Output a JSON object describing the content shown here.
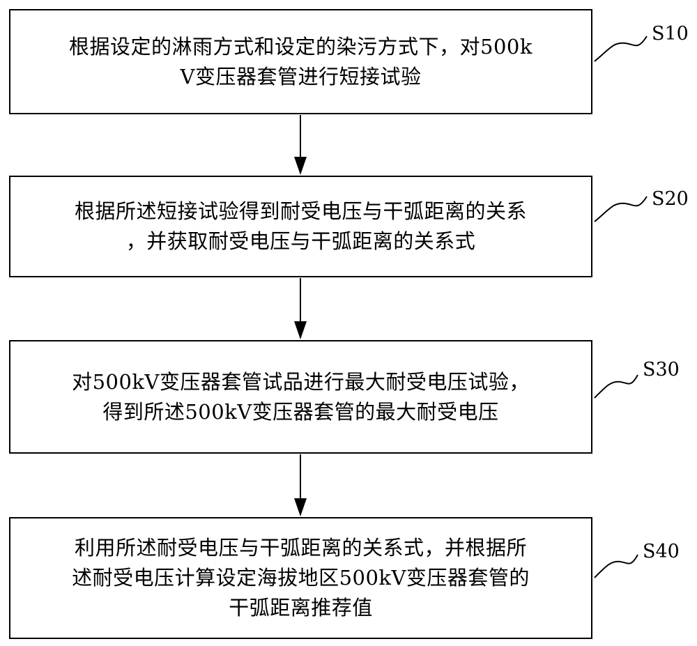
{
  "steps": [
    {
      "label": "S10",
      "line1": "根据设定的淋雨方式和设定的染污方式下，对500k",
      "line2": "V变压器套管进行短接试验",
      "line3": ""
    },
    {
      "label": "S20",
      "line1": "根据所述短接试验得到耐受电压与干弧距离的关系",
      "line2": "，并获取耐受电压与干弧距离的关系式",
      "line3": ""
    },
    {
      "label": "S30",
      "line1": "对500kV变压器套管试品进行最大耐受电压试验，",
      "line2": "得到所述500kV变压器套管的最大耐受电压",
      "line3": ""
    },
    {
      "label": "S40",
      "line1": "利用所述耐受电压与干弧距离的关系式，并根据所",
      "line2": "述耐受电压计算设定海拔地区500kV变压器套管的",
      "line3": "干弧距离推荐值"
    }
  ]
}
